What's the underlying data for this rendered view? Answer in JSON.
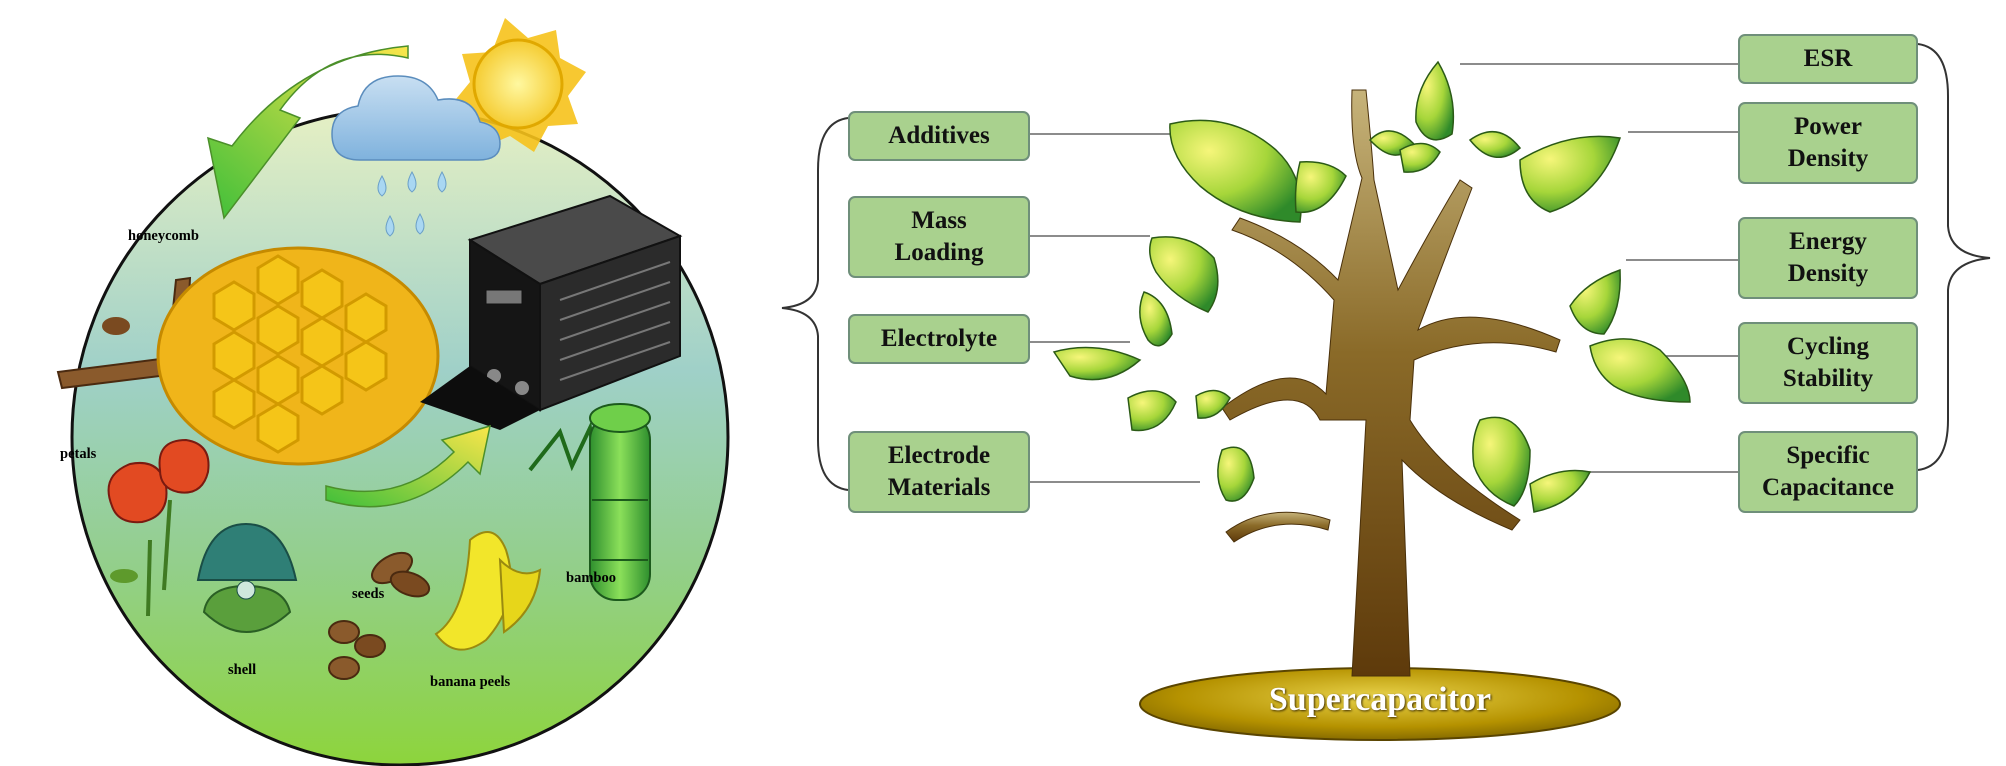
{
  "biomass": {
    "sources": {
      "honeycomb": "honeycomb",
      "petals": "petals",
      "shell": "shell",
      "seeds": "seeds",
      "banana_peels": "banana peels",
      "bamboo": "bamboo"
    }
  },
  "tree": {
    "base_label": "Supercapacitor",
    "factors": [
      {
        "key": "additives",
        "label": "Additives"
      },
      {
        "key": "mass_loading",
        "label": "Mass\nLoading"
      },
      {
        "key": "electrolyte",
        "label": "Electrolyte"
      },
      {
        "key": "electrode_materials",
        "label": "Electrode\nMaterials"
      }
    ],
    "properties": [
      {
        "key": "esr",
        "label": "ESR"
      },
      {
        "key": "power_density",
        "label": "Power\nDensity"
      },
      {
        "key": "energy_density",
        "label": "Energy\nDensity"
      },
      {
        "key": "cycling_stability",
        "label": "Cycling\nStability"
      },
      {
        "key": "specific_capacitance",
        "label": "Specific\nCapacitance"
      }
    ]
  },
  "colors": {
    "box_fill": "#a9d18e",
    "box_border": "#6f8f7a",
    "trunk": "#7a4f12",
    "leaf": "#8cc63f",
    "honeycomb": "#f5c518",
    "base_gold": "#c9a400"
  }
}
